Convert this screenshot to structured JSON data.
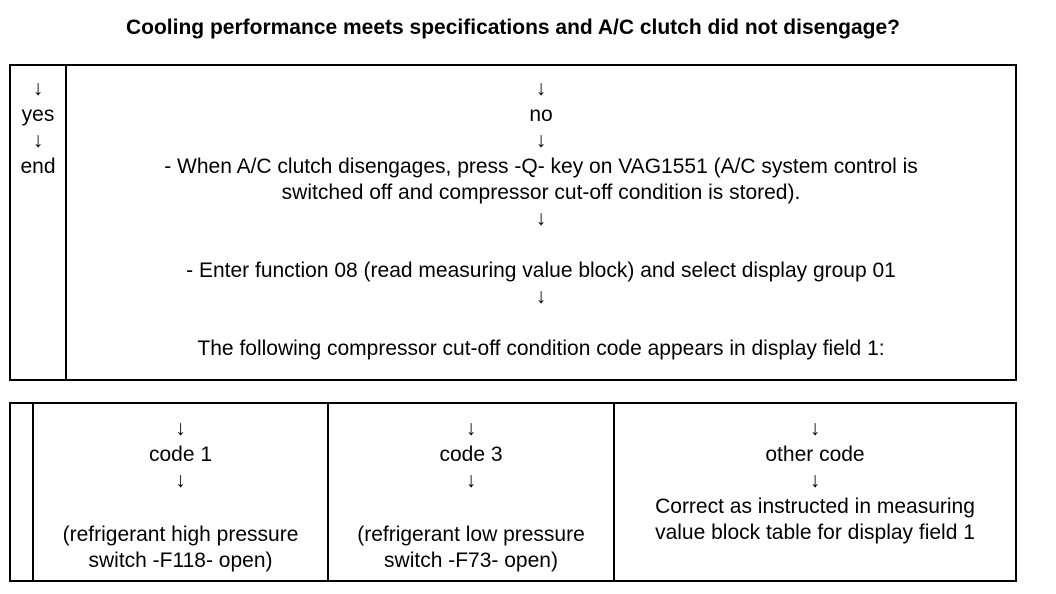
{
  "title": "Cooling performance meets specifications and A/C clutch did not disengage?",
  "arrow": "↓",
  "top_box": {
    "yes": "yes",
    "end": "end",
    "no": "no",
    "step1_line1": "- When A/C clutch disengages, press -Q- key on VAG1551 (A/C system control is",
    "step1_line2": "switched off and compressor cut-off condition is stored).",
    "step2": "- Enter function 08 (read measuring value block) and select display group 01",
    "step3": "The following compressor cut-off condition code appears in display field 1:"
  },
  "bottom_box": {
    "code1": {
      "label": "code 1",
      "desc_line1": "(refrigerant high pressure",
      "desc_line2": "switch -F118- open)"
    },
    "code3": {
      "label": "code 3",
      "desc_line1": "(refrigerant low pressure",
      "desc_line2": "switch -F73- open)"
    },
    "other": {
      "label": "other code",
      "desc_line1": "Correct as instructed in measuring",
      "desc_line2": "value block table for display field 1"
    }
  }
}
